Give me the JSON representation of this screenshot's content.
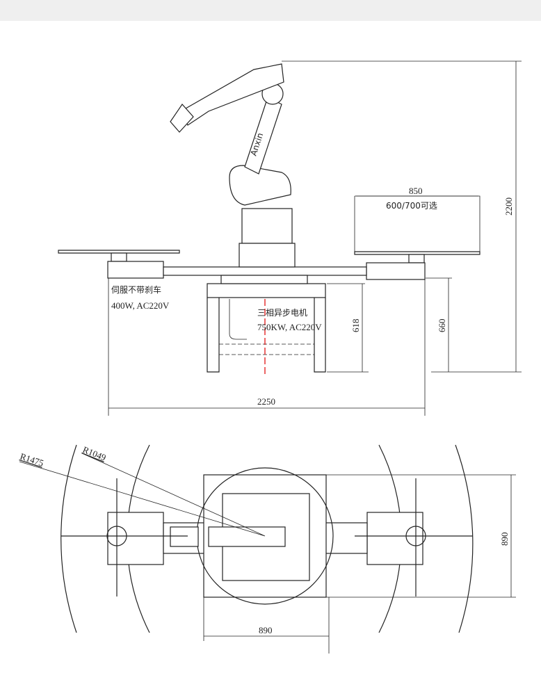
{
  "title": "Robot workstation layout drawing",
  "brand": "Anxin",
  "side_view": {
    "dim_height": "2200",
    "dim_table_width": "850",
    "table_note": "600/700可选",
    "dim_base_height": "618",
    "dim_table_height": "660",
    "dim_total_width": "2250",
    "servo_label": "伺服不带刹车",
    "servo_spec": "400W, AC220V",
    "motor_label": "三相异步电机",
    "motor_spec": "750KW, AC220V"
  },
  "top_view": {
    "radius_outer": "R1475",
    "radius_inner": "R1049",
    "dim_depth": "890",
    "dim_width": "890"
  },
  "colors": {
    "line": "#222222",
    "centerline": "#e00000",
    "topbar": "#efefef"
  }
}
